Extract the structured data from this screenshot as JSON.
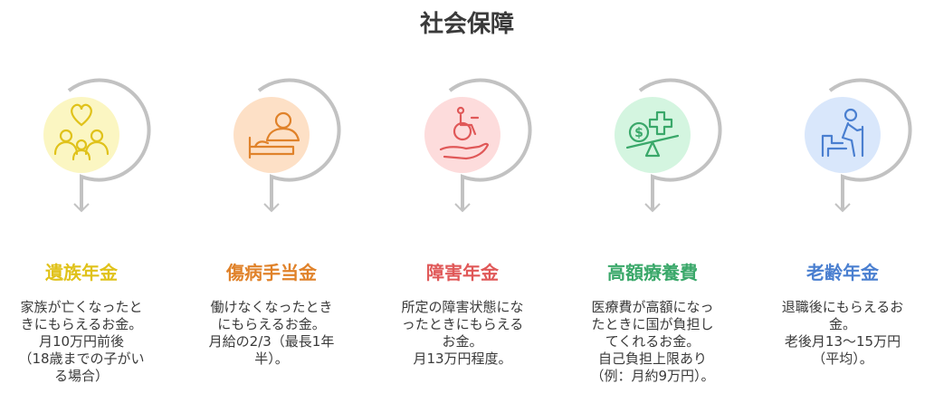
{
  "title": "社会保障",
  "items": [
    {
      "name": "遺族年金",
      "color": "#e0c21a",
      "bg": "#fbf6c2",
      "icon": "family-heart-icon",
      "desc": "家族が亡くなったと\nきにもらえるお金。\n月10万円前後\n（18歳までの子がい\nる場合）"
    },
    {
      "name": "傷病手当金",
      "color": "#e0822a",
      "bg": "#fde0c6",
      "icon": "sick-bed-icon",
      "desc": "働けなくなったとき\nにもらえるお金。\n月給の2/3（最長1年\n半）。"
    },
    {
      "name": "障害年金",
      "color": "#e05858",
      "bg": "#fddcdc",
      "icon": "wheelchair-hand-icon",
      "desc": "所定の障害状態にな\nったときにもらえる\nお金。\n月13万円程度。"
    },
    {
      "name": "高額療養費",
      "color": "#3aa86a",
      "bg": "#d4f5e0",
      "icon": "medical-cost-scale-icon",
      "desc": "医療費が高額になっ\nたときに国が負担し\nてくれるお金。\n自己負担上限あり\n（例：月約9万円）。"
    },
    {
      "name": "老齢年金",
      "color": "#4a7fd0",
      "bg": "#d9e7fb",
      "icon": "elderly-person-icon",
      "desc": "退職後にもらえるお\n金。\n老後月13〜15万円\n（平均）。"
    }
  ]
}
